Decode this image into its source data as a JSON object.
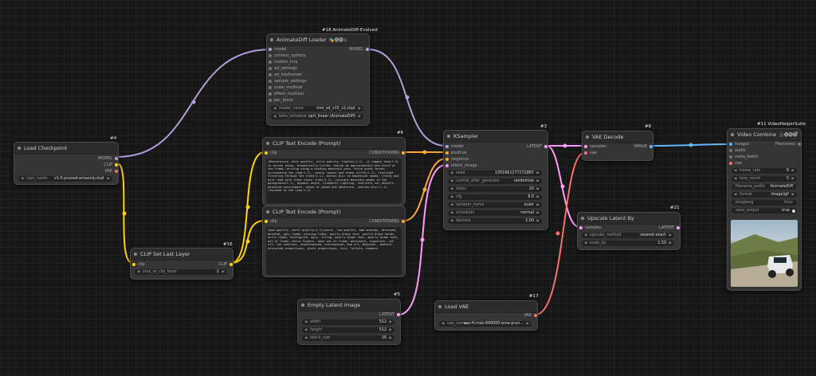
{
  "colors": {
    "model": "#b39ddb",
    "clip": "#ffd500",
    "vae": "#ff6e6e",
    "conditioning": "#ffa931",
    "latent": "#ff9cf9",
    "image": "#64b5f6",
    "int": "#8bc34a",
    "node_bg": "#353535",
    "canvas_bg": "#171717"
  },
  "nodes": {
    "ckpt": {
      "id": "#4",
      "title": "Load Checkpoint",
      "outputs": [
        "MODEL",
        "CLIP",
        "VAE"
      ],
      "widgets": [
        {
          "label": "ckpt_name",
          "value": "v1-5-pruned-emaonly.ckpt"
        }
      ]
    },
    "clipskip": {
      "id": "#16",
      "title": "CLIP Set Last Layer",
      "inputs": [
        "clip"
      ],
      "outputs": [
        "CLIP"
      ],
      "widgets": [
        {
          "label": "stop_at_clip_layer",
          "value": "-1"
        }
      ]
    },
    "animatediff": {
      "id": "#18 AnimateDiff-Evolved",
      "title": "AnimateDiff Loader",
      "title_icons": "🎭🅐🅓②",
      "inputs": [
        "model",
        "context_options",
        "motion_lora",
        "ad_settings",
        "ad_keyframes",
        "sample_settings",
        "scale_multival",
        "effect_multival",
        "per_block"
      ],
      "outputs": [
        "MODEL"
      ],
      "widgets": [
        {
          "label": "model_name",
          "value": "mm_sd_v15_v2.ckpt"
        },
        {
          "label": "beta_schedule",
          "value": "sqrt_linear (AnimateDiff)"
        }
      ]
    },
    "pos": {
      "id": "#6",
      "title": "CLIP Text Encode (Prompt)",
      "inputs": [
        "clip"
      ],
      "outputs": [
        "CONDITIONING"
      ],
      "text": "(Masterpiece, best quality, ultra quality, highres:1.2), (a rugged jeep:1.3) is drives along, dramatically tilted, taking up approximately one-third of the frame, driving along a winding mountain pass, thick green forest surrounding the road:1.2), (dusty canyon and steep cliffs:1.1), (sunlight filtering through the trees:1.1), motion blur to emphasize speed, (rocky and dirt road with clear white lines:1.1), (distant mountain peaks in the background:1.1), dynamic angle, cinematic lighting, realistic car details, detailed environment, sense of speed and adventure, (motion blur:1.1), (focused on the jeep:1.2)"
    },
    "neg": {
      "title": "CLIP Text Encode (Prompt)",
      "inputs": [
        "clip"
      ],
      "outputs": [
        "CONDITIONING"
      ],
      "text": "(bad quality, worst quality:1.2)(worst, low quality, bad anatomy, deformed, mutated, ugly limbs, missing limbs, poorly drawn face, poorly drawn hands, extra limbs, disfigured, ugly, tiling, poorly drawn feet, poorly drawn eyes, out of frame, extra fingers, body out of frame, watermark, signature, cut off, low contrast, underexposed, overexposed, bad art, beginner, amateur, distorted proportions, gross proportions, text, letters, numbers"
    },
    "empty": {
      "id": "#5",
      "title": "Empty Latent Image",
      "outputs": [
        "LATENT"
      ],
      "widgets": [
        {
          "label": "width",
          "value": "512"
        },
        {
          "label": "height",
          "value": "512"
        },
        {
          "label": "batch_size",
          "value": "16"
        }
      ]
    },
    "ksampler": {
      "id": "#3",
      "title": "KSampler",
      "inputs": [
        "model",
        "positive",
        "negative",
        "latent_image"
      ],
      "outputs": [
        "LATENT"
      ],
      "widgets": [
        {
          "label": "seed",
          "value": "1051661177272887"
        },
        {
          "label": "control_after_generate",
          "value": "randomize"
        },
        {
          "label": "steps",
          "value": "20"
        },
        {
          "label": "cfg",
          "value": "8.0"
        },
        {
          "label": "sampler_name",
          "value": "euler"
        },
        {
          "label": "scheduler",
          "value": "normal"
        },
        {
          "label": "denoise",
          "value": "1.00"
        }
      ]
    },
    "vaeload": {
      "id": "#17",
      "title": "Load VAE",
      "outputs": [
        "VAE"
      ],
      "widgets": [
        {
          "label": "vae_name",
          "value": "vae-ft-mse-840000-ema-prun..."
        }
      ]
    },
    "vaedecode": {
      "id": "#8",
      "title": "VAE Decode",
      "inputs": [
        "samples",
        "vae"
      ],
      "outputs": [
        "IMAGE"
      ]
    },
    "upscale": {
      "id": "#21",
      "title": "Upscale Latent By",
      "inputs": [
        "samples"
      ],
      "outputs": [
        "LATENT"
      ],
      "widgets": [
        {
          "label": "upscale_method",
          "value": "nearest-exact"
        },
        {
          "label": "scale_by",
          "value": "1.50"
        }
      ]
    },
    "video": {
      "id": "#11 VideoHelperSuite",
      "title": "Video Combine",
      "title_icons": "🎥🅥🅗🅢",
      "inputs": [
        "images",
        "audio",
        "meta_batch",
        "vae"
      ],
      "outputs": [
        "Filenames"
      ],
      "widgets": [
        {
          "label": "frame_rate",
          "value": "8"
        },
        {
          "label": "loop_count",
          "value": "0"
        },
        {
          "label": "filename_prefix",
          "value": "AnimateDiff"
        },
        {
          "label": "format",
          "value": "image/gif"
        },
        {
          "label": "pingpong",
          "value": "false"
        },
        {
          "label": "save_output",
          "value": "true"
        }
      ]
    }
  }
}
